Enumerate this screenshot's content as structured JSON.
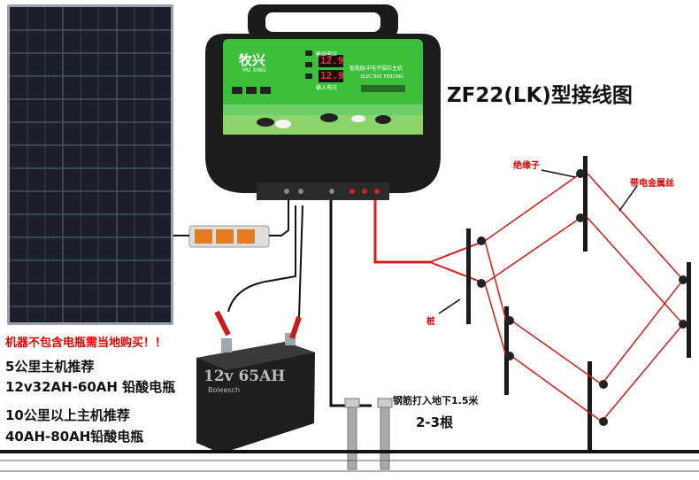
{
  "title": "ZF22(LK)型接线图",
  "warning": "机器不包含电瓶需当地购买！！",
  "recommend_5km": {
    "line1": "5公里主机推荐",
    "line2": "12v32AH-60AH 铅酸电瓶"
  },
  "recommend_10km": {
    "line1": "10公里以上主机推荐",
    "line2": "40AH-80AH铅酸电瓶"
  },
  "labels": {
    "insulator": "绝缘子",
    "live_wire": "带电金属丝",
    "post": "桩",
    "rebar_depth": "钢筋打入地下1.5米",
    "rebar_count": "2-3根"
  },
  "device": {
    "brand_cn": "牧兴",
    "brand_en": "MU XING",
    "display_top_label": "输出电压",
    "display_bottom_label": "输入电压",
    "display_top_value": "12.9",
    "display_bottom_value": "12.9",
    "model_cn": "智能脉冲电子围栏主机",
    "model_en": "ELECTRIC FENCING"
  },
  "battery": {
    "voltage_text": "12v  65AH",
    "brand": "Boleesch"
  },
  "colors": {
    "panel_green": "#3cbf3a",
    "wire_red": "#d81c1c",
    "wire_black": "#111111",
    "label_red": "#e00000"
  }
}
